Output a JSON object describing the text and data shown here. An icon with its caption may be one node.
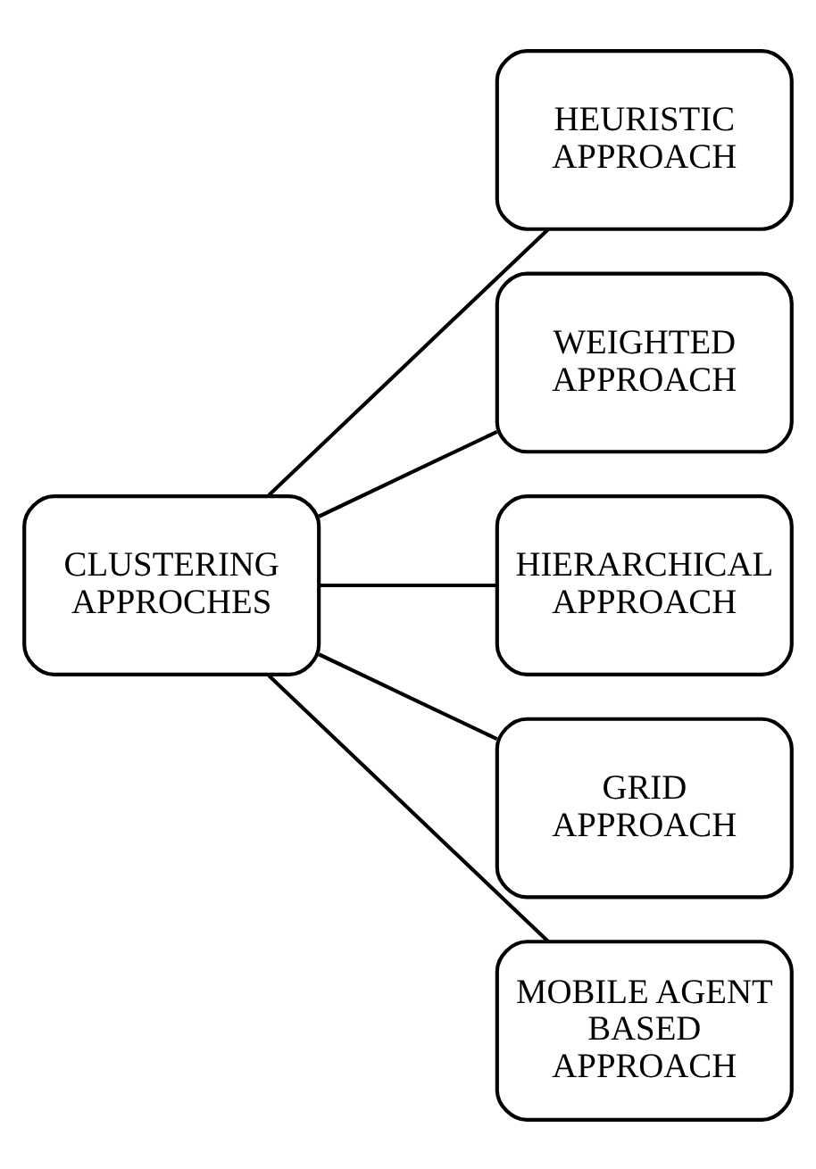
{
  "diagram": {
    "nodes": [
      {
        "text": [
          "CLUSTERING APPROCHES"
        ]
      },
      {
        "text": [
          "HEURISTIC APPROACH"
        ]
      },
      {
        "text": [
          "WEIGHTED APPROACH"
        ]
      },
      {
        "text": [
          "HIERARCHICAL APPROACH"
        ]
      },
      {
        "text": [
          "GRID APPROACH"
        ]
      },
      {
        "text": [
          "MOBILE AGENT BASED APPROACH"
        ]
      }
    ],
    "edges": [
      {
        "from": 0,
        "to": 1,
        "arrow": "none"
      },
      {
        "from": 0,
        "to": 2,
        "arrow": "none"
      },
      {
        "from": 0,
        "to": 3,
        "arrow": "none"
      },
      {
        "from": 0,
        "to": 4,
        "arrow": "none"
      },
      {
        "from": 0,
        "to": 5,
        "arrow": "none"
      }
    ]
  }
}
